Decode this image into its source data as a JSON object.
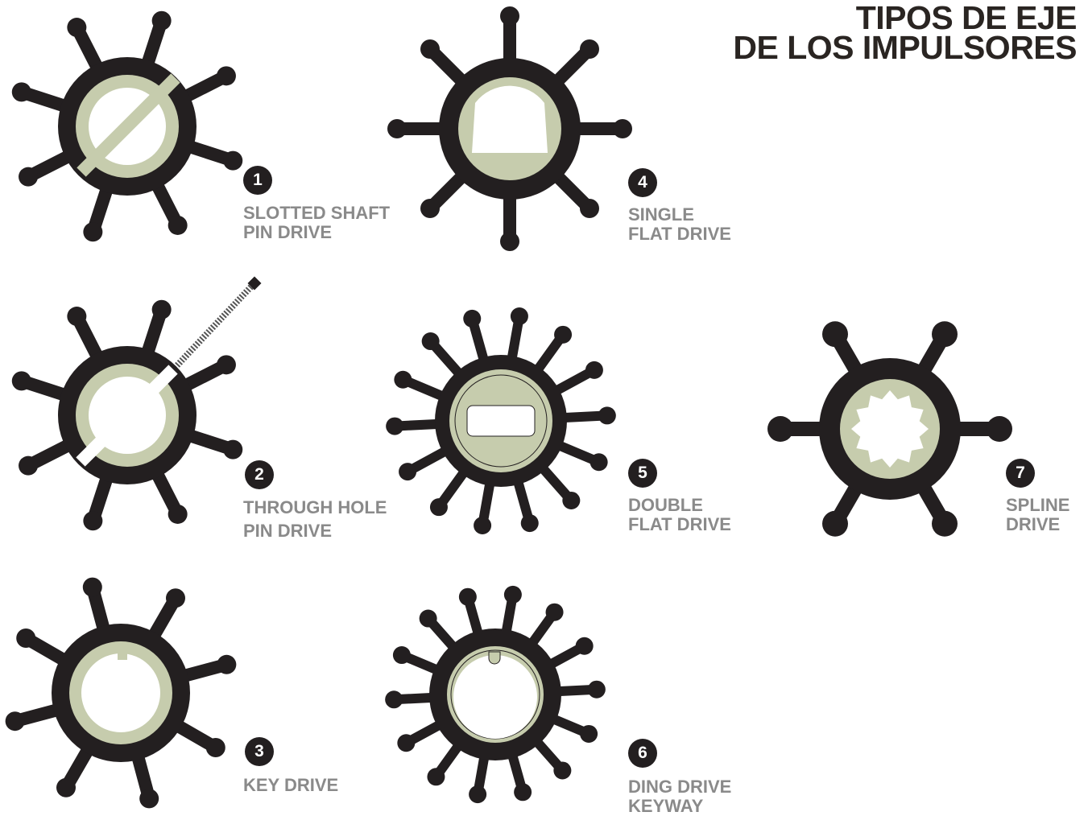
{
  "title": {
    "line1": "TIPOS DE EJE",
    "line2": "DE LOS IMPULSORES"
  },
  "colors": {
    "rubber": "#231f20",
    "hub_insert": "#c6ccad",
    "label_gray": "#8a8a8a",
    "hatch": "#555555"
  },
  "impellers": [
    {
      "number": "1",
      "line1": "SLOTTED SHAFT",
      "line2": "PIN DRIVE"
    },
    {
      "number": "2",
      "line1": "THROUGH HOLE",
      "line2": "PIN DRIVE"
    },
    {
      "number": "3",
      "line1": "KEY DRIVE",
      "line2": ""
    },
    {
      "number": "4",
      "line1": "SINGLE",
      "line2": "FLAT DRIVE"
    },
    {
      "number": "5",
      "line1": "DOUBLE",
      "line2": "FLAT DRIVE"
    },
    {
      "number": "6",
      "line1": "DING DRIVE",
      "line2": "KEYWAY"
    },
    {
      "number": "7",
      "line1": "SPLINE",
      "line2": "DRIVE"
    }
  ]
}
